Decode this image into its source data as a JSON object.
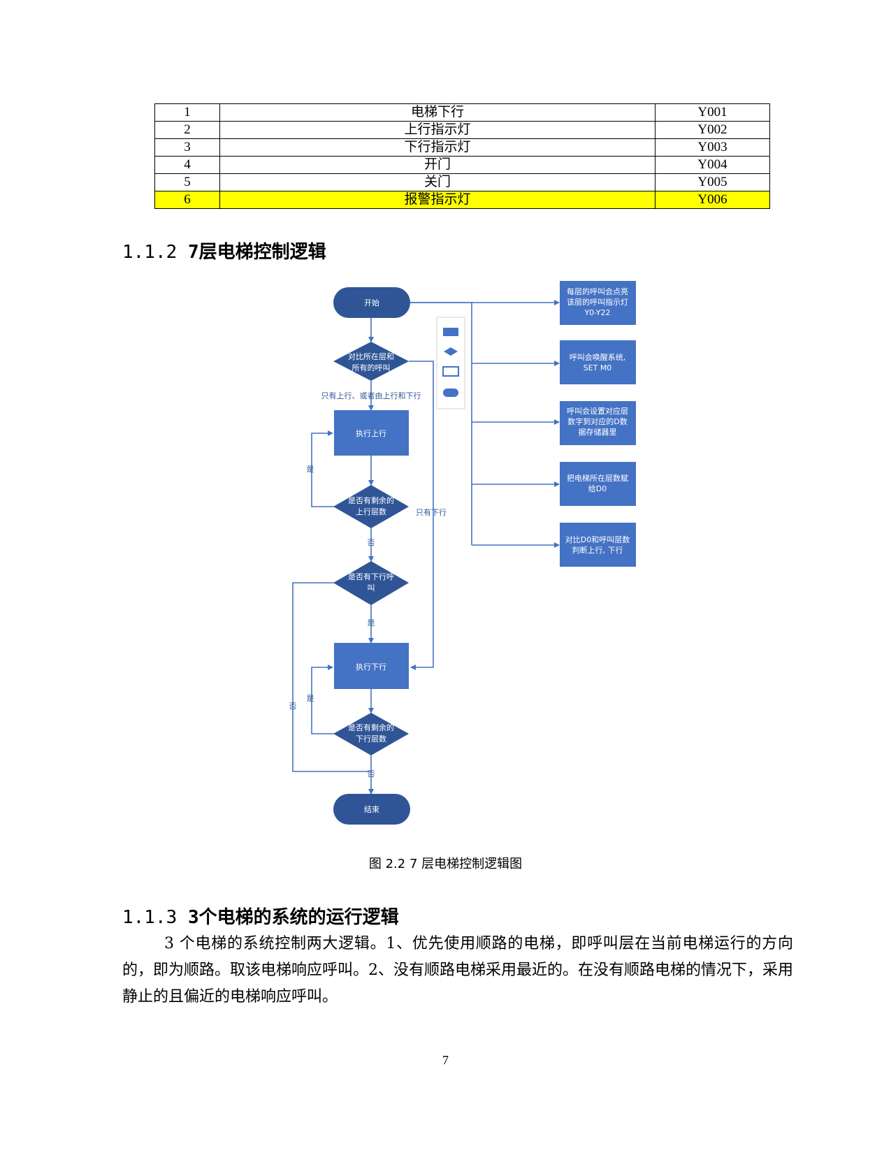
{
  "io_table": {
    "rows": [
      {
        "no": "1",
        "name": "电梯下行",
        "addr": "Y001"
      },
      {
        "no": "2",
        "name": "上行指示灯",
        "addr": "Y002"
      },
      {
        "no": "3",
        "name": "下行指示灯",
        "addr": "Y003"
      },
      {
        "no": "4",
        "name": "开门",
        "addr": "Y004"
      },
      {
        "no": "5",
        "name": "关门",
        "addr": "Y005"
      },
      {
        "no": "6",
        "name": "报警指示灯",
        "addr": "Y006",
        "highlight_color": "#ffff00"
      }
    ]
  },
  "section_1": {
    "number": "1.1.2",
    "title": "7层电梯控制逻辑"
  },
  "flowchart": {
    "start": "开始",
    "compare_line1": "对比所在层和",
    "compare_line2": "所有的呼叫",
    "up_only_label": "只有上行、或者由上行和下行",
    "exec_up": "执行上行",
    "remain_up_line1": "是否有剩余的",
    "remain_up_line2": "上行层数",
    "yes_1": "是",
    "down_only_label": "只有下行",
    "no_1": "否",
    "has_down_line1": "是否有下行呼",
    "has_down_line2": "叫",
    "yes_2": "是",
    "exec_down": "执行下行",
    "yes_3": "是",
    "no_2": "否",
    "remain_down_line1": "是否有剩余的",
    "remain_down_line2": "下行层数",
    "no_3": "否",
    "end": "结束",
    "side_box_1": [
      "每层的呼叫会点亮",
      "该层的呼叫指示灯",
      "Y0-Y22"
    ],
    "side_box_2": [
      "呼叫会唤醒系统,",
      "SET M0"
    ],
    "side_box_3": [
      "呼叫会设置对应层",
      "数字到对应的D数",
      "据存储器里"
    ],
    "side_box_4": [
      "把电梯所在层数赋",
      "给D0"
    ],
    "side_box_5": [
      "对比D0和呼叫层数",
      "判断上行, 下行"
    ],
    "colors": {
      "fill": "#4472c4",
      "line": "#4472c4",
      "dark_fill": "#2f5597"
    }
  },
  "caption": "图  2.2    7 层电梯控制逻辑图",
  "section_2": {
    "number": "1.1.3",
    "title": "3个电梯的系统的运行逻辑"
  },
  "paragraph": "3 个电梯的系统控制两大逻辑。1、优先使用顺路的电梯，即呼叫层在当前电梯运行的方向的，即为顺路。取该电梯响应呼叫。2、没有顺路电梯采用最近的。在没有顺路电梯的情况下，采用静止的且偏近的电梯响应呼叫。",
  "page_number": "7"
}
